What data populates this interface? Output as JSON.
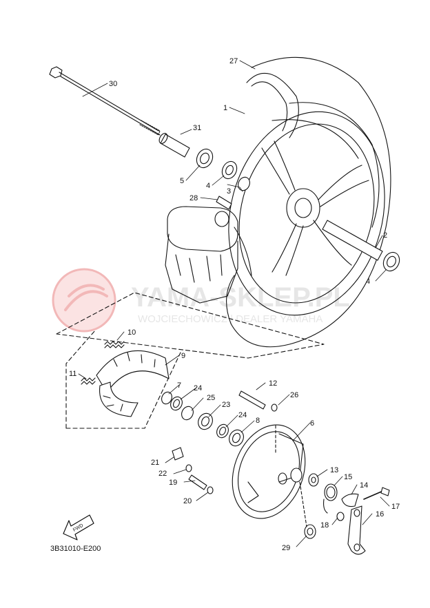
{
  "watermark": {
    "title": "YAMA-SKLEP.PL",
    "subtitle": "WOJCIECHOWICZ | DEALER YAMAHA"
  },
  "diagram_code": "3B31010-E200",
  "fwd_label": "FWD",
  "callouts": {
    "c27": "27",
    "c30": "30",
    "c1": "1",
    "c31": "31",
    "c5": "5",
    "c4a": "4",
    "c3": "3",
    "c28": "28",
    "c2": "2",
    "c4b": "4",
    "c10": "10",
    "c9": "9",
    "c11": "11",
    "c7": "7",
    "c24a": "24",
    "c25": "25",
    "c12": "12",
    "c26": "26",
    "c23": "23",
    "c24b": "24",
    "c8": "8",
    "c6": "6",
    "c21": "21",
    "c22": "22",
    "c19": "19",
    "c13": "13",
    "c15": "15",
    "c14": "14",
    "c17": "17",
    "c20": "20",
    "c16": "16",
    "c18": "18",
    "c29": "29"
  }
}
